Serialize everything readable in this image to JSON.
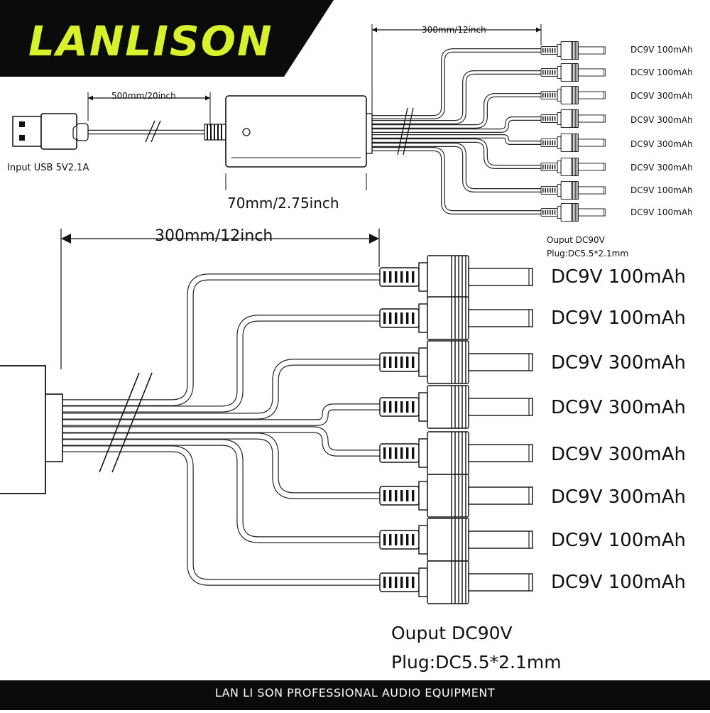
{
  "brand": {
    "name": "LANLISON",
    "accent": "#d7f22a",
    "dark": "#0b0b0b"
  },
  "top": {
    "input_label": "Input USB 5V2.1A",
    "usb_cable_length": "500mm/20inch",
    "box_length": "70mm/2.75inch",
    "output_cable_length": "300mm/12inch",
    "outputs": [
      "DC9V 100mAh",
      "DC9V 100mAh",
      "DC9V 300mAh",
      "DC9V 300mAh",
      "DC9V 300mAh",
      "DC9V 300mAh",
      "DC9V 100mAh",
      "DC9V 100mAh"
    ],
    "note_output": "Ouput DC90V",
    "note_plug": "Plug:DC5.5*2.1mm"
  },
  "detail": {
    "cable_length": "300mm/12inch",
    "outputs": [
      "DC9V 100mAh",
      "DC9V 100mAh",
      "DC9V 300mAh",
      "DC9V 300mAh",
      "DC9V 300mAh",
      "DC9V 300mAh",
      "DC9V 100mAh",
      "DC9V 100mAh"
    ],
    "output_label": "Ouput DC90V",
    "plug_label": "Plug:DC5.5*2.1mm"
  },
  "footer": {
    "text": "LAN LI SON PROFESSIONAL AUDIO EQUIPMENT"
  }
}
